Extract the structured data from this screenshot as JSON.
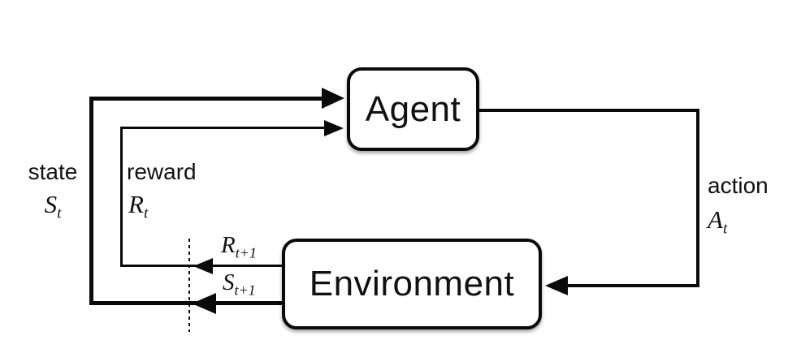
{
  "diagram": {
    "type": "flow-diagram",
    "topic": "reinforcement-learning agent-environment interaction loop",
    "nodes": {
      "agent": {
        "label": "Agent"
      },
      "environment": {
        "label": "Environment"
      }
    },
    "labels": {
      "state": {
        "word": "state",
        "symbol": "S",
        "subscript": "t"
      },
      "reward": {
        "word": "reward",
        "symbol": "R",
        "subscript": "t"
      },
      "action": {
        "word": "action",
        "symbol": "A",
        "subscript": "t"
      },
      "next_reward": {
        "symbol": "R",
        "subscript": "t+1"
      },
      "next_state": {
        "symbol": "S",
        "subscript": "t+1"
      }
    },
    "edges": [
      {
        "from": "environment",
        "to": "agent",
        "label": "state S_t",
        "style": "thick"
      },
      {
        "from": "environment",
        "to": "agent",
        "label": "reward R_t",
        "style": "thin"
      },
      {
        "from": "agent",
        "to": "environment",
        "label": "action A_t",
        "style": "medium"
      }
    ],
    "annotations": {
      "timestep_boundary": "vertical dashed line between t+1 signals and t signals"
    },
    "colors": {
      "line": "#0a0a0a",
      "text": "#111111",
      "background": "#ffffff",
      "box_fill": "#ffffff"
    }
  }
}
